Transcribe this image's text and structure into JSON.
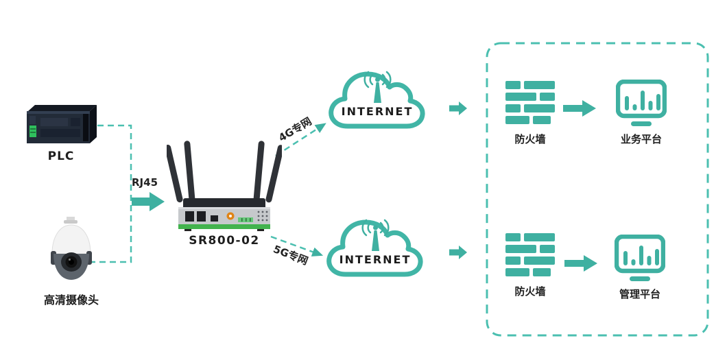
{
  "diagram": {
    "title": "SR800-02 router private-network topology",
    "devices": {
      "plc": {
        "label": "PLC"
      },
      "camera": {
        "label": "高清摄像头"
      },
      "router": {
        "label": "SR800-02"
      }
    },
    "links": {
      "lan": {
        "label": "RJ45"
      },
      "wan_top": {
        "label": "4G专网"
      },
      "wan_bottom": {
        "label": "5G专网"
      }
    },
    "clouds": {
      "top": {
        "label": "INTERNET"
      },
      "bottom": {
        "label": "INTERNET"
      }
    },
    "zone": {
      "top_row": {
        "firewall": "防火墙",
        "platform": "业务平台"
      },
      "bottom_row": {
        "firewall": "防火墙",
        "platform": "管理平台"
      }
    },
    "icons": {
      "plc": "plc-device-icon",
      "camera": "ptz-camera-icon",
      "router": "wireless-router-icon",
      "cloud": "cloud-icon",
      "antenna": "antenna-signal-icon",
      "firewall": "firewall-brick-icon",
      "platform": "monitor-chart-icon",
      "arrow": "arrow-right-icon"
    },
    "colors": {
      "teal_icon": "#3FB0A1",
      "teal_line": "#4BBFB0",
      "text": "#1E1E1E"
    }
  }
}
